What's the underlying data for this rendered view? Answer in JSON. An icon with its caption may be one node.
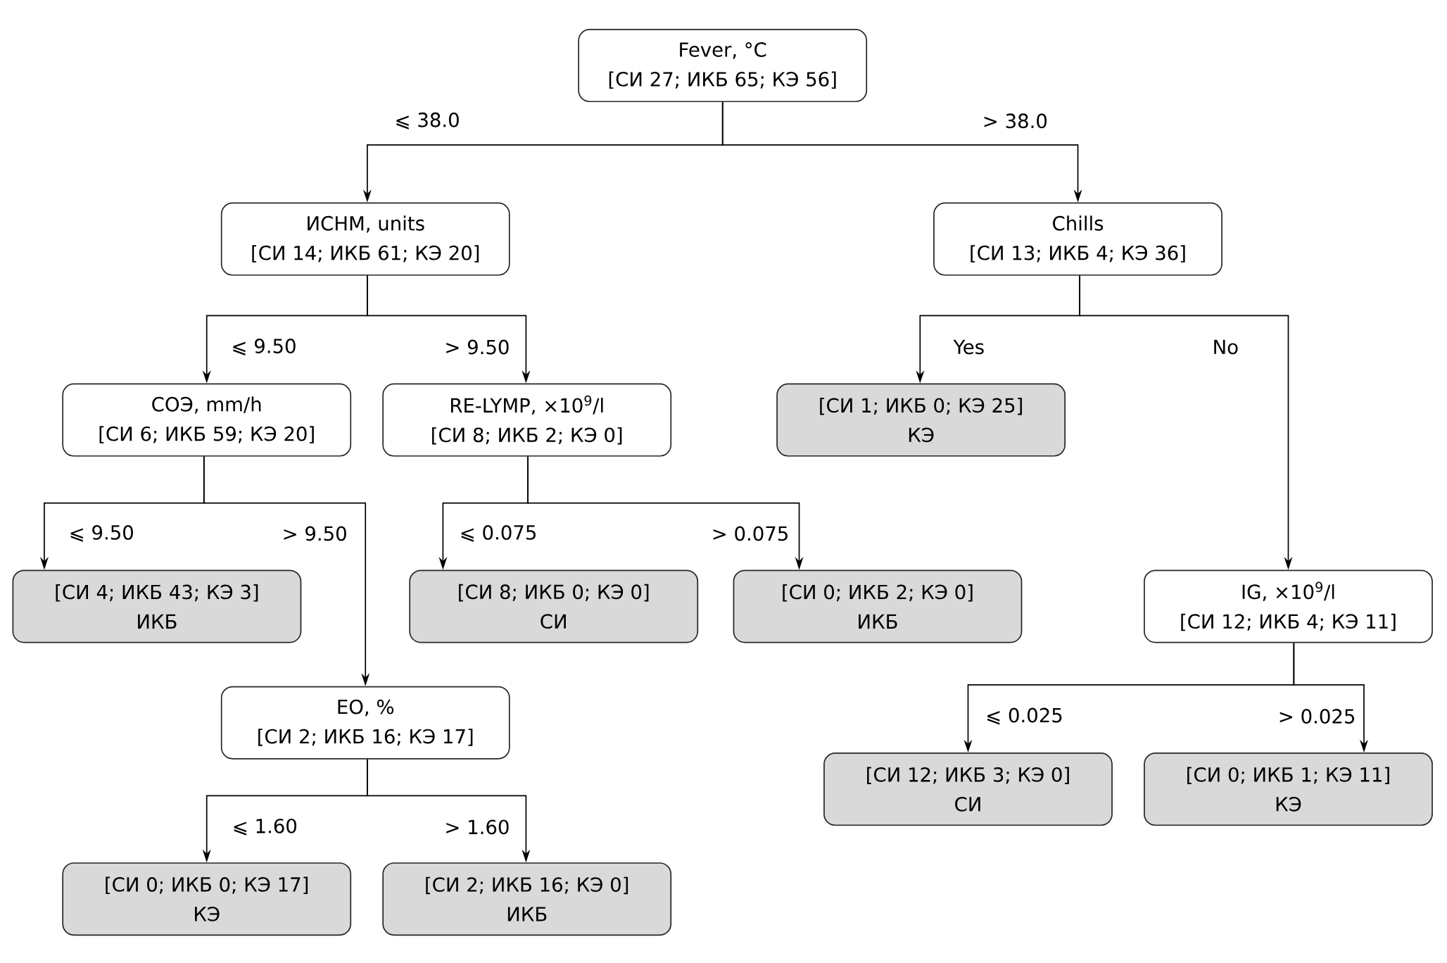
{
  "diagram": {
    "nodes": [
      {
        "text": [
          "Fever, °C",
          "[СИ 27; ИКБ 65; КЭ 56]"
        ]
      },
      {
        "text": [
          "ИСНМ, units",
          "[СИ 14; ИКБ 61; КЭ 20]"
        ]
      },
      {
        "text": [
          "Chills",
          "[СИ 13; ИКБ 4; КЭ 36]"
        ]
      },
      {
        "text": [
          "СОЭ, mm/h",
          "[СИ 6; ИКБ 59; КЭ 20]"
        ]
      },
      {
        "text": [
          "RE-LYMP, ×10$^{9}$/l",
          "[СИ 8; ИКБ 2; КЭ 0]"
        ]
      },
      {
        "text": [
          "[СИ 1; ИКБ 0; КЭ 25]",
          "КЭ"
        ]
      },
      {
        "text": [
          "[СИ 4; ИКБ 43; КЭ 3]",
          "ИКБ"
        ]
      },
      {
        "text": [
          "[СИ 8; ИКБ 0; КЭ 0]",
          "СИ"
        ]
      },
      {
        "text": [
          "[СИ 0; ИКБ 2; КЭ 0]",
          "ИКБ"
        ]
      },
      {
        "text": [
          "IG, ×10$^{9}$/l",
          "[СИ 12; ИКБ 4; КЭ 11]"
        ]
      },
      {
        "text": [
          "EO, %",
          "[СИ 2; ИКБ 16; КЭ 17]"
        ]
      },
      {
        "text": [
          "[СИ 12; ИКБ 3; КЭ 0]",
          "СИ"
        ]
      },
      {
        "text": [
          "[СИ 0; ИКБ 1; КЭ 11]",
          "КЭ"
        ]
      },
      {
        "text": [
          "[СИ 0; ИКБ 0; КЭ 17]",
          "КЭ"
        ]
      },
      {
        "text": [
          "[СИ 2; ИКБ 16; КЭ 0]",
          "ИКБ"
        ]
      }
    ],
    "edges": [
      {
        "from": 0,
        "to": 1,
        "arrow": "to",
        "label": "⩽ 38.0"
      },
      {
        "from": 0,
        "to": 2,
        "arrow": "to",
        "label": "> 38.0"
      },
      {
        "from": 1,
        "to": 3,
        "arrow": "to",
        "label": "⩽ 9.50"
      },
      {
        "from": 1,
        "to": 4,
        "arrow": "to",
        "label": "> 9.50"
      },
      {
        "from": 2,
        "to": 5,
        "arrow": "to",
        "label": "Yes"
      },
      {
        "from": 2,
        "to": 9,
        "arrow": "to",
        "label": "No"
      },
      {
        "from": 3,
        "to": 6,
        "arrow": "to",
        "label": "⩽ 9.50"
      },
      {
        "from": 3,
        "to": 10,
        "arrow": "to",
        "label": "> 9.50"
      },
      {
        "from": 4,
        "to": 7,
        "arrow": "to",
        "label": "⩽ 0.075"
      },
      {
        "from": 4,
        "to": 8,
        "arrow": "to",
        "label": "> 0.075"
      },
      {
        "from": 9,
        "to": 11,
        "arrow": "to",
        "label": "⩽ 0.025"
      },
      {
        "from": 9,
        "to": 12,
        "arrow": "to",
        "label": "> 0.025"
      },
      {
        "from": 10,
        "to": 13,
        "arrow": "to",
        "label": "⩽ 1.60"
      },
      {
        "from": 10,
        "to": 14,
        "arrow": "to",
        "label": "> 1.60"
      }
    ]
  }
}
